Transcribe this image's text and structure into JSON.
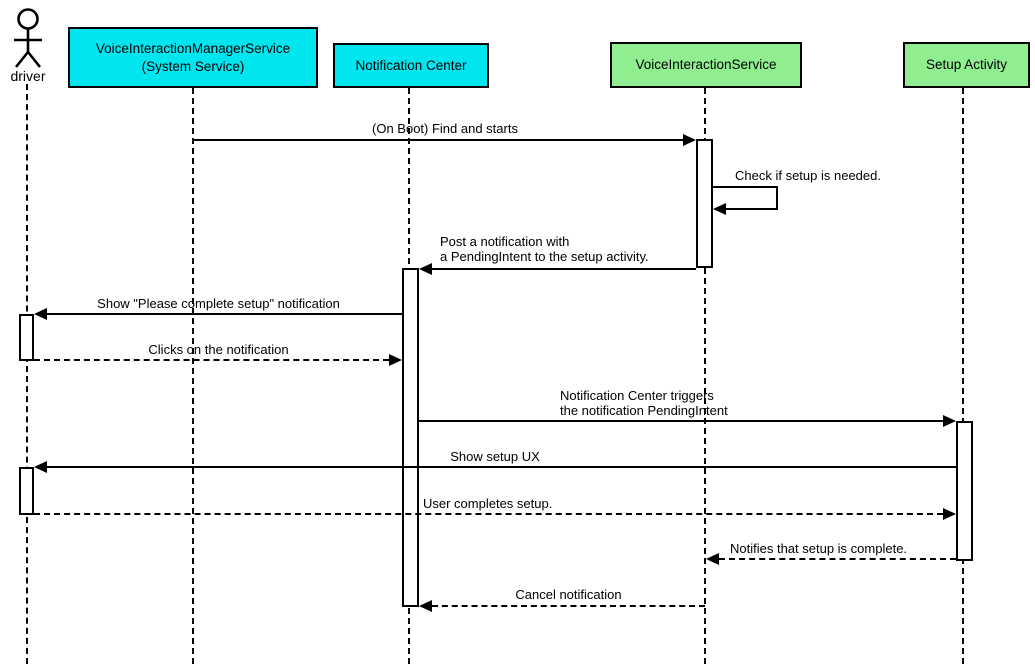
{
  "diagram_type": "uml-sequence-diagram",
  "colors": {
    "participant_system": "#00e5ee",
    "participant_activity": "#90ee90",
    "line": "#000000",
    "background": "#ffffff",
    "text": "#000000"
  },
  "participants": [
    {
      "id": "driver",
      "kind": "actor",
      "label": "driver"
    },
    {
      "id": "vims",
      "kind": "box",
      "line1": "VoiceInteractionManagerService",
      "line2": "(System Service)",
      "color": "#00e5ee"
    },
    {
      "id": "notification-center",
      "kind": "box",
      "label": "Notification Center",
      "color": "#00e5ee"
    },
    {
      "id": "voice-interaction-service",
      "kind": "box",
      "label": "VoiceInteractionService",
      "color": "#90ee90"
    },
    {
      "id": "setup-activity",
      "kind": "box",
      "label": "Setup Activity",
      "color": "#90ee90"
    }
  ],
  "messages": [
    {
      "label": "(On Boot) Find and starts",
      "from": "VoiceInteractionManagerService (System Service)",
      "to": "VoiceInteractionService",
      "style": "solid"
    },
    {
      "label": "Check if setup is needed.",
      "from": "VoiceInteractionService",
      "to": "VoiceInteractionService",
      "style": "solid-self"
    },
    {
      "line1": "Post a notification with",
      "line2": "a PendingIntent to the setup activity.",
      "from": "VoiceInteractionService",
      "to": "Notification Center",
      "style": "solid"
    },
    {
      "label": "Show \"Please complete setup\" notification",
      "from": "Notification Center",
      "to": "driver",
      "style": "solid"
    },
    {
      "label": "Clicks on the notification",
      "from": "driver",
      "to": "Notification Center",
      "style": "dashed"
    },
    {
      "line1": "Notification Center triggers",
      "line2": "the notification PendingIntent",
      "from": "Notification Center",
      "to": "Setup Activity",
      "style": "solid"
    },
    {
      "label": "Show setup UX",
      "from": "Setup Activity",
      "to": "driver",
      "style": "solid"
    },
    {
      "label": "User completes setup.",
      "from": "driver",
      "to": "Setup Activity",
      "style": "dashed"
    },
    {
      "label": "Notifies that setup is complete.",
      "from": "Setup Activity",
      "to": "VoiceInteractionService",
      "style": "dashed"
    },
    {
      "label": "Cancel notification",
      "from": "VoiceInteractionService",
      "to": "Notification Center",
      "style": "dashed"
    }
  ]
}
